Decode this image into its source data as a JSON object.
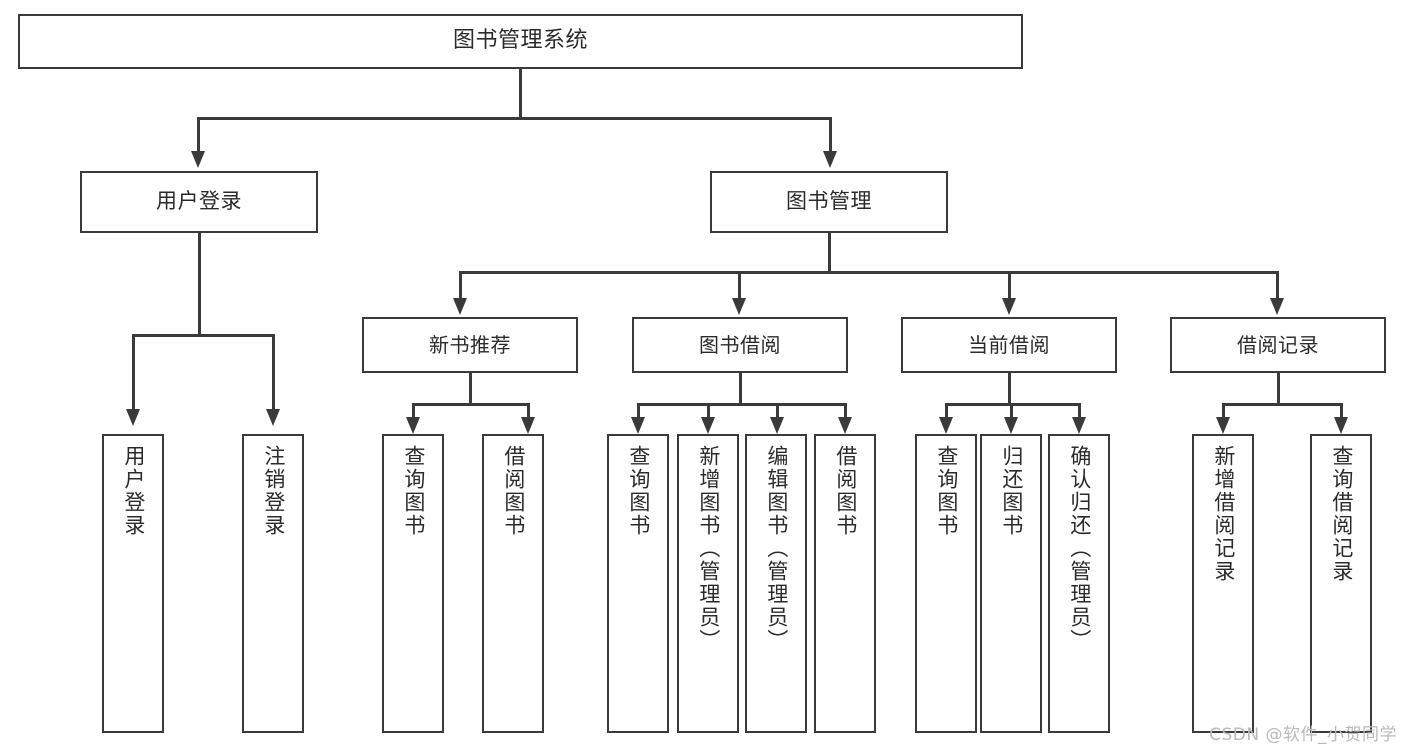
{
  "diagram": {
    "type": "tree-hierarchy",
    "title": "图书管理系统",
    "root": {
      "label": "图书管理系统"
    },
    "level2": [
      {
        "label": "用户登录"
      },
      {
        "label": "图书管理"
      }
    ],
    "level3": [
      {
        "label": "新书推荐"
      },
      {
        "label": "图书借阅"
      },
      {
        "label": "当前借阅"
      },
      {
        "label": "借阅记录"
      }
    ],
    "leaves": {
      "user_login": [
        {
          "label": "用户登录"
        },
        {
          "label": "注销登录"
        }
      ],
      "new_book_recommend": [
        {
          "label": "查询图书"
        },
        {
          "label": "借阅图书"
        }
      ],
      "book_borrow": [
        {
          "label": "查询图书"
        },
        {
          "label": "新增图书（管理员）"
        },
        {
          "label": "编辑图书（管理员）"
        },
        {
          "label": "借阅图书"
        }
      ],
      "current_borrow": [
        {
          "label": "查询图书"
        },
        {
          "label": "归还图书"
        },
        {
          "label": "确认归还（管理员）"
        }
      ],
      "borrow_record": [
        {
          "label": "新增借阅记录"
        },
        {
          "label": "查询借阅记录"
        }
      ]
    }
  },
  "watermark": {
    "text": "CSDN @软件_小贺同学"
  },
  "colors": {
    "stroke": "#3a3a3a",
    "text": "#2b2b2b",
    "background": "#ffffff",
    "watermark": "#b9b9b9"
  }
}
